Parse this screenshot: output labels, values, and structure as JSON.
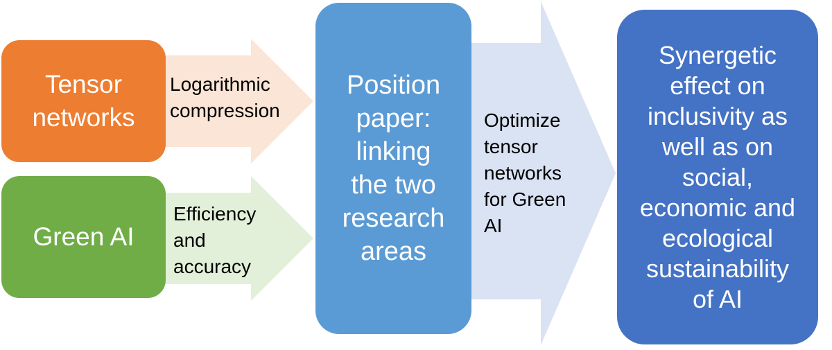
{
  "boxes": {
    "tensor_networks": "Tensor\nnetworks",
    "green_ai": "Green AI",
    "position_paper": "Position\npaper:\nlinking\nthe two\nresearch\nareas",
    "synergetic_effect": "Synergetic\neffect on\ninclusivity as\nwell as on\nsocial,\neconomic and\necological\nsustainability\nof AI"
  },
  "arrows": {
    "logarithmic_compression": "Logarithmic\ncompression",
    "efficiency_accuracy": "Efficiency\nand\naccuracy",
    "optimize": "Optimize\ntensor\nnetworks\nfor Green\nAI"
  },
  "colors": {
    "tensor_box": "#ed7d31",
    "tensor_arrow": "#fbe5d6",
    "green_box": "#70ad47",
    "green_arrow": "#e2f0d9",
    "position_box": "#5b9bd5",
    "position_arrow": "#dae3f3",
    "synergetic_box": "#4472c4",
    "box_text": "#ffffff",
    "label_text": "#000000"
  }
}
